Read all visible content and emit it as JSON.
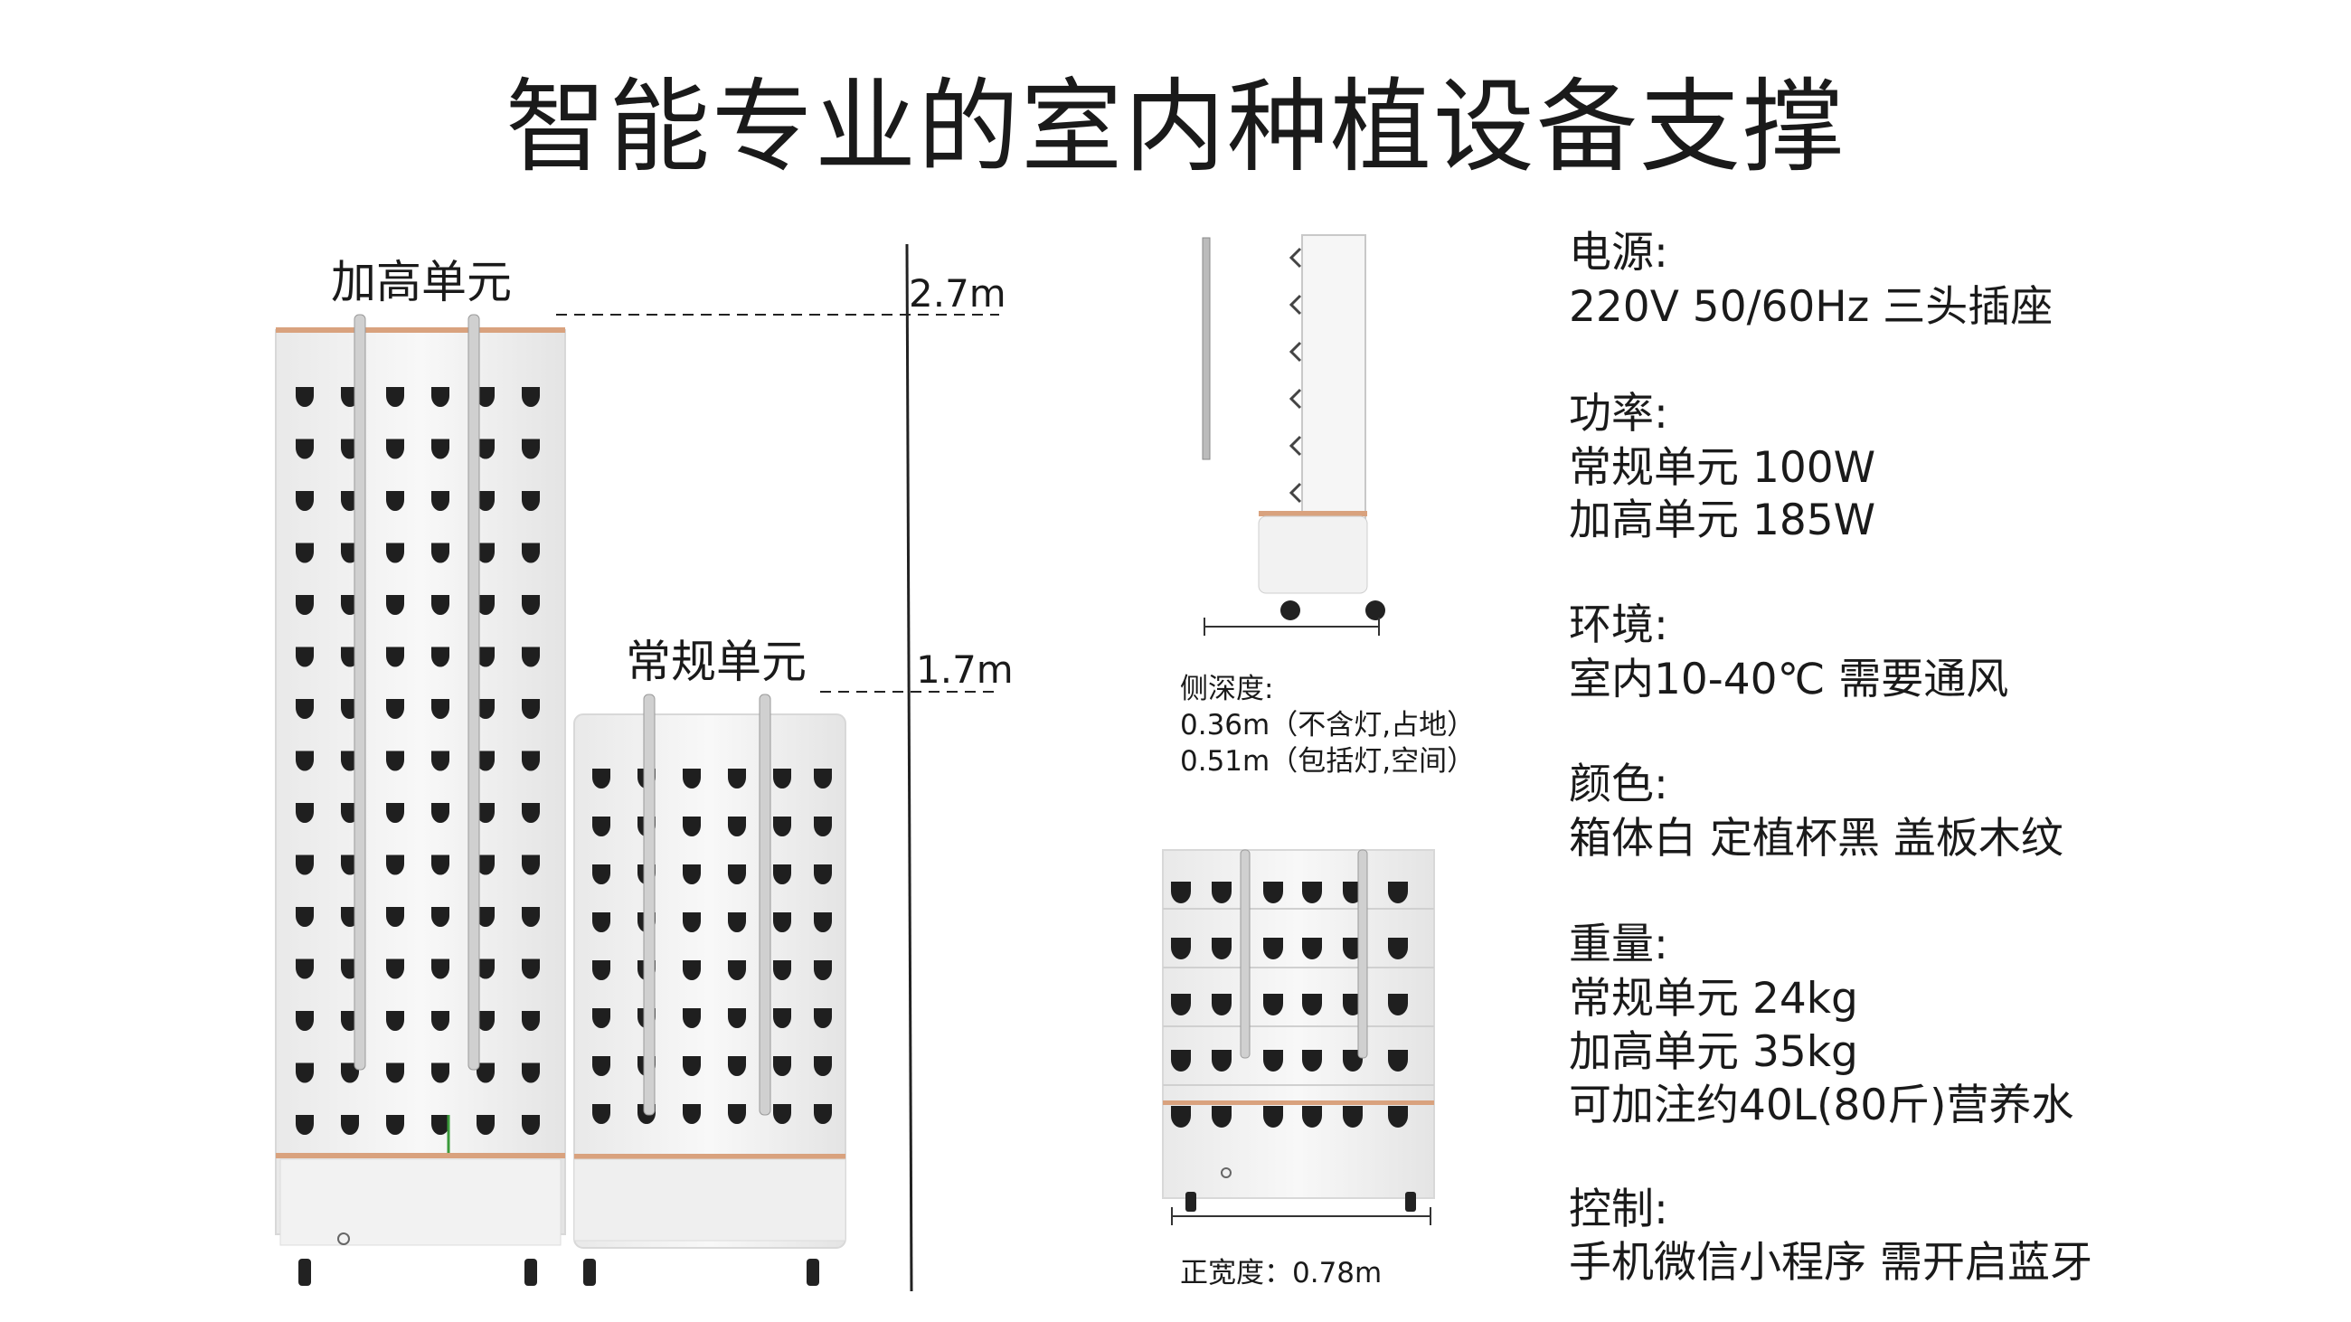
{
  "title": "智能专业的室内种植设备支撑",
  "tall_unit_label": "加高单元",
  "regular_unit_label": "常规单元",
  "height_tall": "2.7m",
  "height_regular": "1.7m",
  "side_depth": {
    "title": "侧深度:",
    "line1": "0.36m（不含灯,占地）",
    "line2": "0.51m（包括灯,空间）"
  },
  "front_width": "正宽度：0.78m",
  "specs": [
    {
      "heading": "电源:",
      "lines": [
        "220V 50/60Hz 三头插座"
      ]
    },
    {
      "heading": "功率:",
      "lines": [
        "常规单元 100W",
        "加高单元 185W"
      ]
    },
    {
      "heading": "环境:",
      "lines": [
        "室内10-40℃ 需要通风"
      ]
    },
    {
      "heading": "颜色:",
      "lines": [
        "箱体白 定植杯黑  盖板木纹"
      ]
    },
    {
      "heading": "重量:",
      "lines": [
        "常规单元  24kg",
        "加高单元  35kg",
        "可加注约40L(80斤)营养水"
      ]
    },
    {
      "heading": "控制:",
      "lines": [
        "手机微信小程序 需开启蓝牙"
      ]
    }
  ],
  "colors": {
    "wood_trim": "#d9a27e",
    "cup": "#1a1a1a",
    "body": "#f4f4f4"
  }
}
